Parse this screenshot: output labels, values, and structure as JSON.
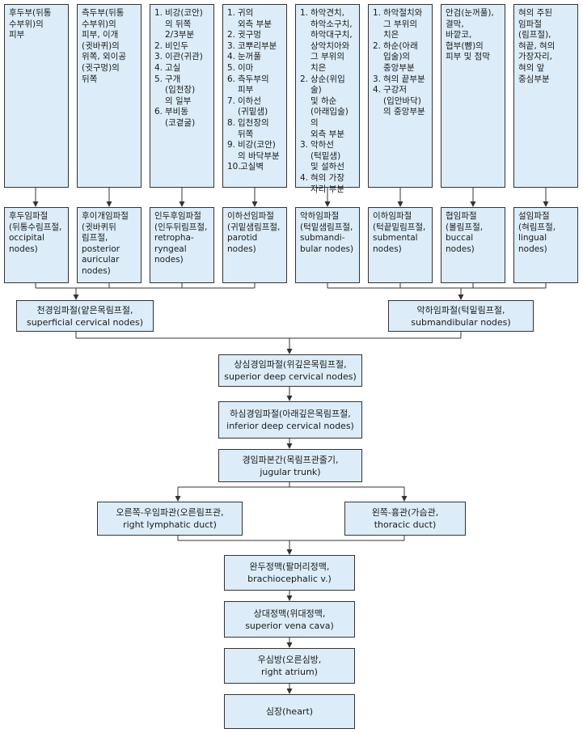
{
  "regions": [
    {
      "text": "후두부(뒤통\n수부위)의\n피부"
    },
    {
      "text": "측두부(뒤통\n수부위)의\n피부, 이개\n(귓바퀴)의\n위쪽, 외이공\n(귓구멍)의\n뒤쪽"
    },
    {
      "items": [
        "비강(코안)\n의 뒤쪽\n2/3부분",
        "비인두",
        "이관(귀관)",
        "고실",
        "구개\n(입천장)\n의 일부",
        "부비동\n(코곁굴)"
      ]
    },
    {
      "items": [
        "귀의\n외측 부분",
        "귓구멍",
        "코뿌리부분",
        "눈꺼풀",
        "이마",
        "측두부의\n피부",
        "이하선\n(귀밑샘)",
        "입천장의\n뒤쪽",
        "비강(코안)\n의 바닥부분",
        "고실벽"
      ]
    },
    {
      "items": [
        "하악견치,\n하악소구치,\n하악대구치,\n상악치아와\n그 부위의\n치은",
        "상순(위입술)\n및 하순\n(아래입술)의\n외측 부분",
        "악하선\n(턱밑샘)\n및 설하선",
        "혀의 가장\n자리 부분"
      ]
    },
    {
      "items": [
        "하악절치와\n그 부위의\n치은",
        "하순(아래\n입술)의\n중앙부분",
        "혀의 끝부분",
        "구강저\n(입안바닥)\n의 중앙부분"
      ]
    },
    {
      "text": "안검(눈꺼풀),\n결막,\n바깥코,\n협부(뺨)의\n피부 및 점막"
    },
    {
      "text": "혀의 주된\n임파절\n(림프절),\n혀끝, 혀의\n가장자리,\n혀의 앞\n중심부분"
    }
  ],
  "nodes": [
    "후두임파절\n(뒤통수림프절,\noccipital\nnodes)",
    "후이개임파절\n(귓바퀴뒤\n림프절,\nposterior\nauricular\nnodes)",
    "인두후임파절\n(인두뒤림프절,\nretropha-\nryngeal\nnodes)",
    "이하선임파절\n(귀밑샘림프절,\nparotid nodes)",
    "악하임파절\n(턱밑샘림프절,\nsubmandi-\nbular nodes)",
    "이하임파절\n(턱끝밑림프절,\nsubmental\nnodes)",
    "협임파절\n(볼림프절,\nbuccal nodes)",
    "설임파절\n(혀림프절,\nlingual nodes)"
  ],
  "groups": {
    "superficial": "천경임파절(얕은목림프절,\nsuperficial cervical nodes)",
    "submandibular": "악하임파절(턱밑림프절,\nsubmandibular nodes)"
  },
  "chain": {
    "superior_deep": "상심경임파절(위깊은목림프절,\nsuperior deep cervical nodes)",
    "inferior_deep": "하심경임파절(아래깊은목림프절,\ninferior deep cervical nodes)",
    "jugular_trunk": "경임파본간(목림프관줄기,\njugular trunk)",
    "right_duct": "오른쪽-우임파관(오른림프관,\nright lymphatic duct)",
    "thoracic_duct": "왼쪽-흉관(가슴관,\nthoracic duct)",
    "brachiocephalic": "완두정맥(팔머리정맥,\nbrachiocephalic v.)",
    "svc": "상대정맥(위대정맥,\nsuperior vena cava)",
    "right_atrium": "우심방(오른심방,\nright atrium)",
    "heart": "심장(heart)"
  }
}
